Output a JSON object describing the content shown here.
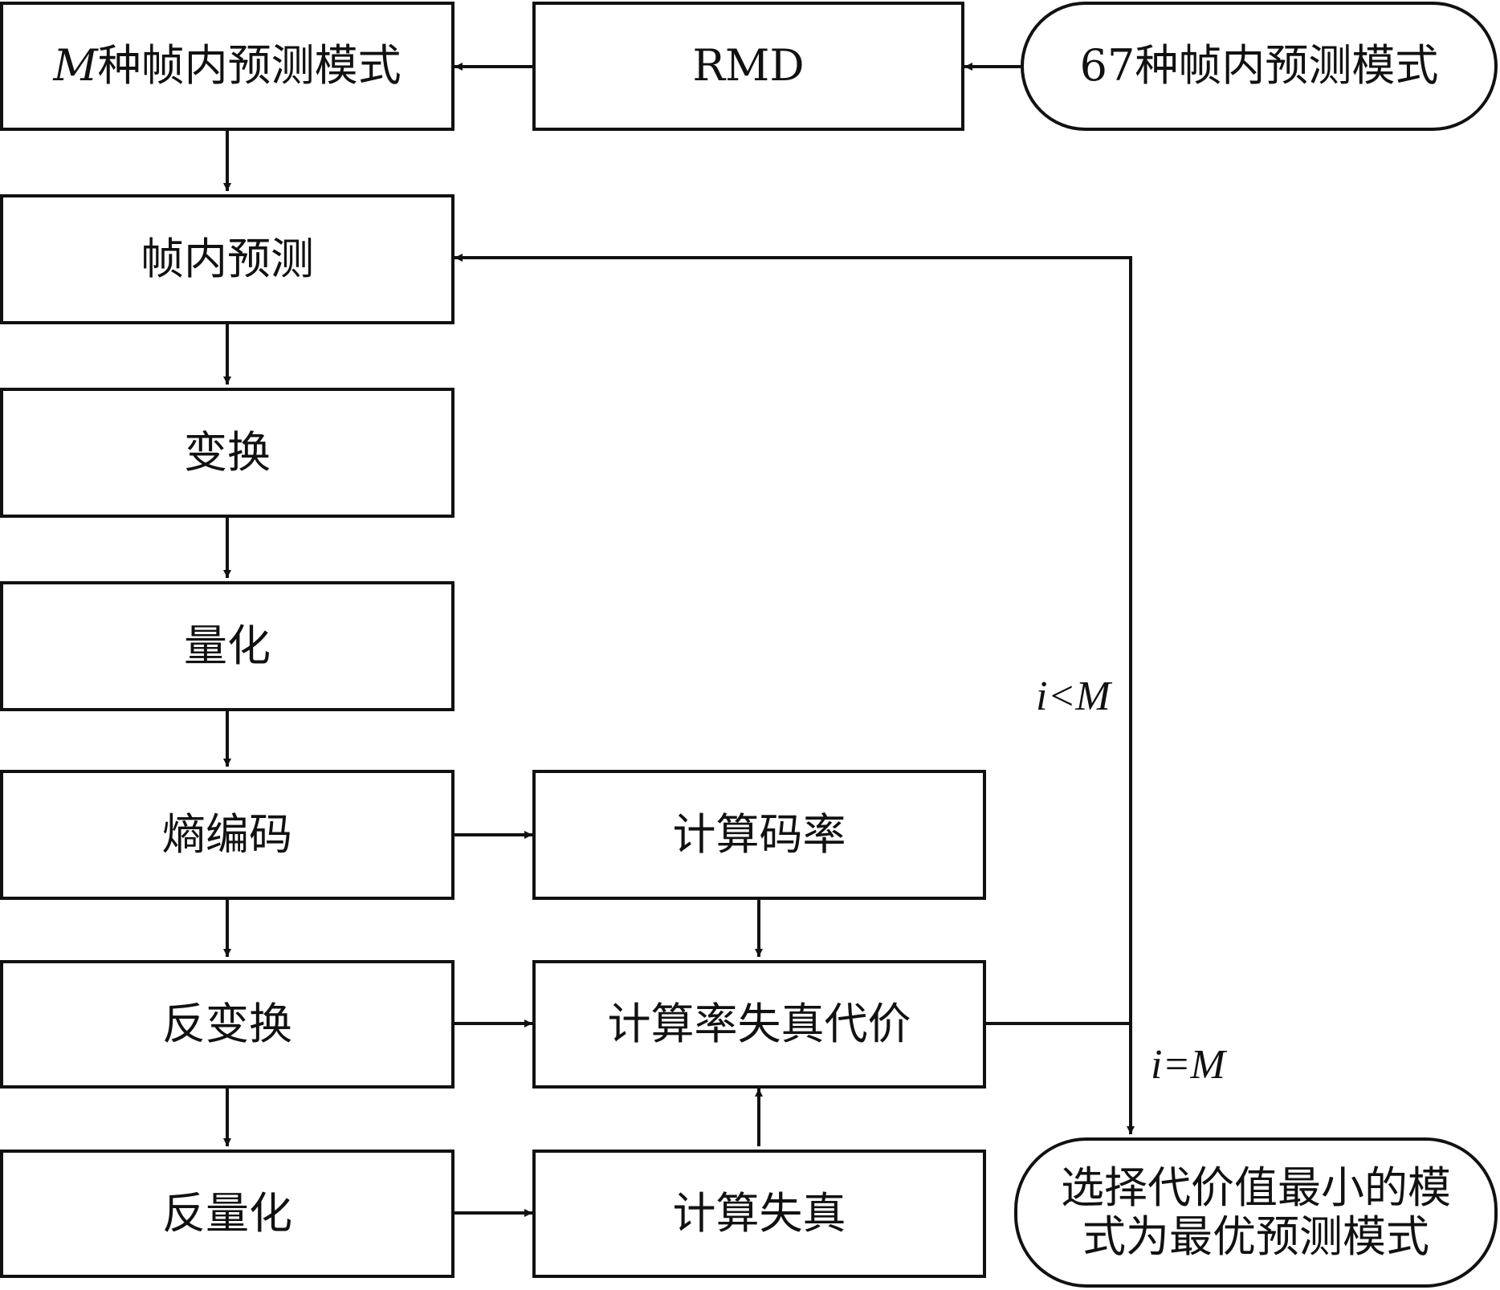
{
  "nodes": {
    "modes67": "67种帧内预测模式",
    "rmd": "RMD",
    "m_modes": {
      "var": "M",
      "text": "种帧内预测模式"
    },
    "intra_pred": "帧内预测",
    "transform": "变换",
    "quant": "量化",
    "entropy": "熵编码",
    "inv_transform": "反变换",
    "inv_quant": "反量化",
    "calc_rate": "计算码率",
    "calc_rd": "计算率失真代价",
    "calc_dist": "计算失真",
    "select": {
      "line1": "选择代价值最小的模",
      "line2": "式为最优预测模式"
    }
  },
  "edge_labels": {
    "loop": "i<M",
    "exit": "i=M"
  },
  "colors": {
    "stroke": "#111111",
    "background": "#ffffff"
  }
}
